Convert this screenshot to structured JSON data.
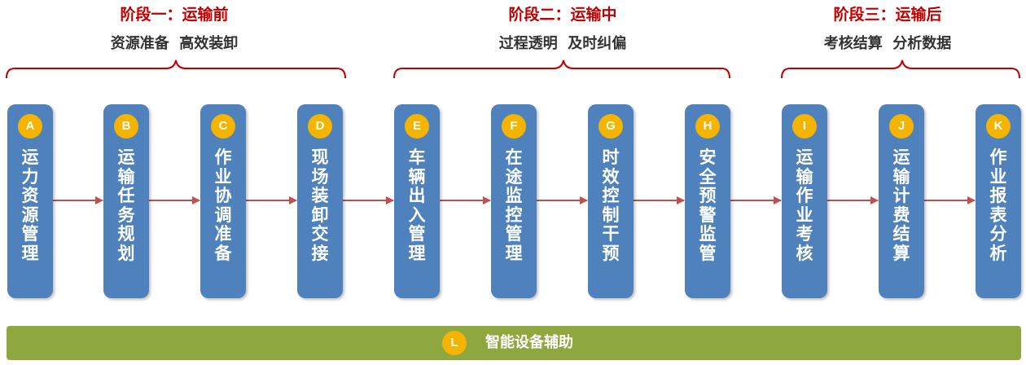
{
  "phases": [
    {
      "title": "阶段一：运输前",
      "subtitle": "资源准备  高效装卸"
    },
    {
      "title": "阶段二：运输中",
      "subtitle": "过程透明  及时纠偏"
    },
    {
      "title": "阶段三：运输后",
      "subtitle": "考核结算  分析数据"
    }
  ],
  "steps": [
    {
      "letter": "A",
      "label": "运力资源管理"
    },
    {
      "letter": "B",
      "label": "运输任务规划"
    },
    {
      "letter": "C",
      "label": "作业协调准备"
    },
    {
      "letter": "D",
      "label": "现场装卸交接"
    },
    {
      "letter": "E",
      "label": "车辆出入管理"
    },
    {
      "letter": "F",
      "label": "在途监控管理"
    },
    {
      "letter": "G",
      "label": "时效控制干预"
    },
    {
      "letter": "H",
      "label": "安全预警监管"
    },
    {
      "letter": "I",
      "label": "运输作业考核"
    },
    {
      "letter": "J",
      "label": "运输计费结算"
    },
    {
      "letter": "K",
      "label": "作业报表分析"
    }
  ],
  "support": {
    "letter": "L",
    "label": "智能设备辅助"
  },
  "colors": {
    "phase_title": "#c00000",
    "step_box": "#4f81bd",
    "badge": "#f4b400",
    "arrow": "#c0504d",
    "support_bar": "#8ea73e"
  }
}
